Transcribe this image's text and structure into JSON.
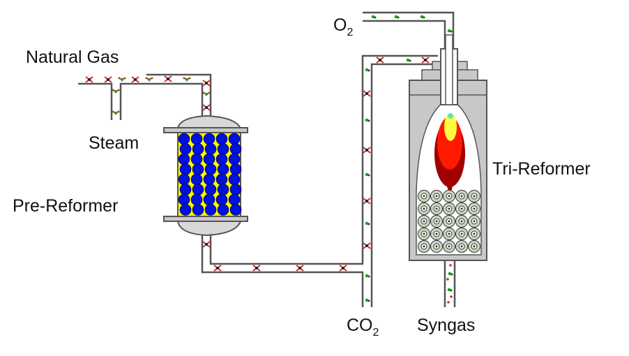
{
  "labels": {
    "natural_gas": "Natural Gas",
    "steam": "Steam",
    "pre_reformer": "Pre-Reformer",
    "o2": "O",
    "o2_sub": "2",
    "co2": "CO",
    "co2_sub": "2",
    "syngas": "Syngas",
    "tri_reformer": "Tri-Reformer"
  },
  "colors": {
    "pipe_wall": "#555555",
    "vessel_gray": "#c8c8c8",
    "catalyst_bed": "#ffff00",
    "catalyst_pellet": "#0010e0",
    "reformer_catalyst": "#c8d8c0",
    "flame_outer": "#a00000",
    "flame_mid": "#ff1a00",
    "flame_core": "#ffff40",
    "methane_molecule": "#d03030",
    "water_molecule": "#20a020"
  }
}
